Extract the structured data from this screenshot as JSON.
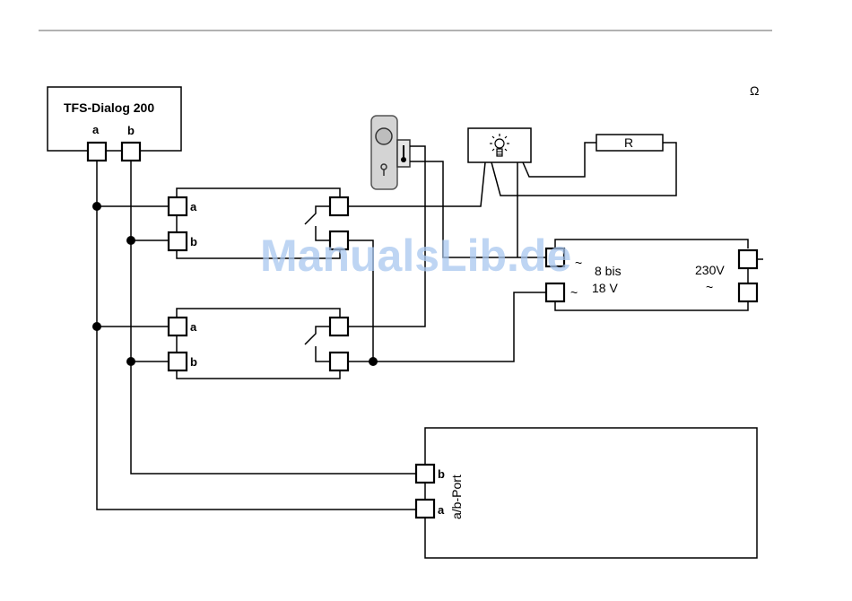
{
  "dialog": {
    "title": "TFS-Dialog 200",
    "a": "a",
    "b": "b"
  },
  "relay1": {
    "a": "a",
    "b": "b"
  },
  "relay2": {
    "a": "a",
    "b": "b"
  },
  "resistor": {
    "label": "R"
  },
  "transformer": {
    "ac_low": "~",
    "low_line1": "8 bis",
    "low_line2": "18 V",
    "high_voltage": "230V",
    "ac_high": "~"
  },
  "port": {
    "label": "a/b-Port",
    "b": "b",
    "a": "a"
  },
  "corner_symbol": "Ω",
  "watermark": "ManualsLib.de"
}
